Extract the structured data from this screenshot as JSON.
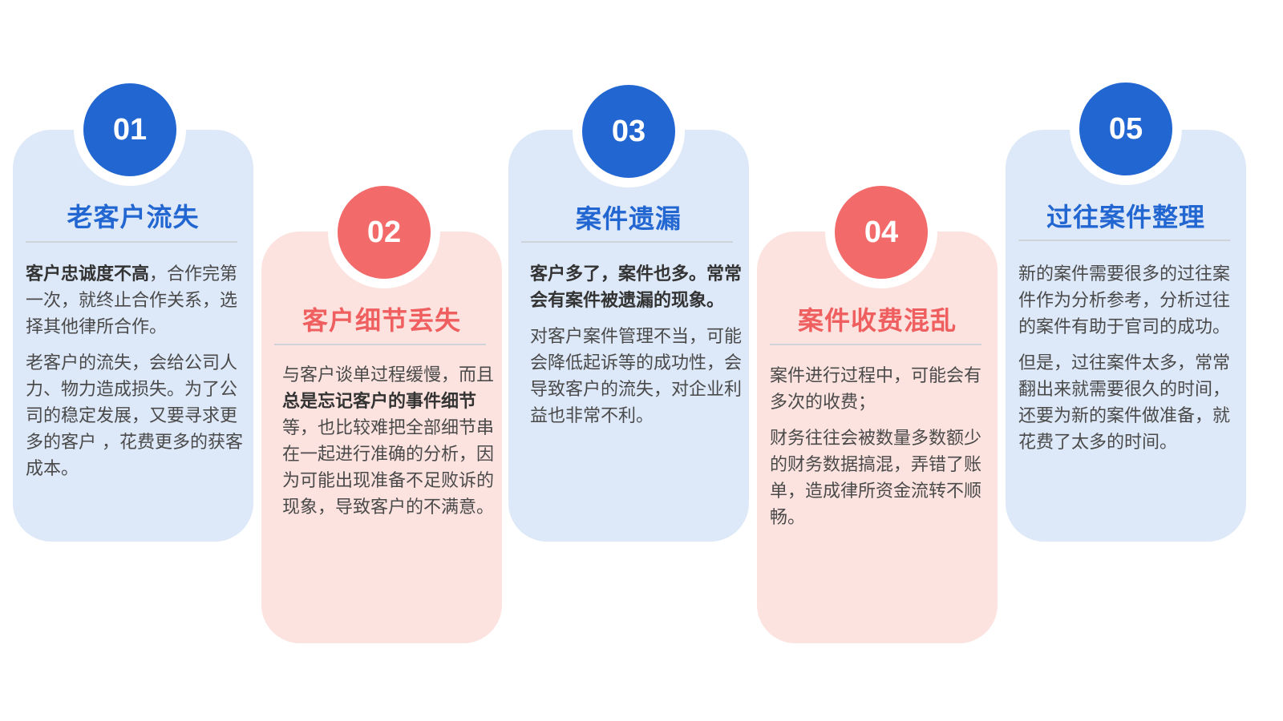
{
  "cards": [
    {
      "number": "01",
      "title": "老客户流失",
      "p1_bold": "客户忠诚度不高",
      "p1_rest": "，合作完第一次，就终止合作关系，选择其他律所合作。",
      "p2": "老客户的流失，会给公司人力、物力造成损失。为了公司的稳定发展，又要寻求更多的客户 ，花费更多的获客成本。"
    },
    {
      "number": "02",
      "title": "客户细节丢失",
      "p1_pre": "与客户谈单过程缓慢，而且",
      "p1_bold": "总是忘记客户的事件细节",
      "p1_post": "等，也比较难把全部细节串在一起进行准确的分析，因为可能出现准备不足败诉的现象，导致客户的不满意。"
    },
    {
      "number": "03",
      "title": "案件遗漏",
      "p1_bold": "客户多了，案件也多。常常会有案件被遗漏的现象。",
      "p2": "对客户案件管理不当，可能会降低起诉等的成功性，会导致客户的流失，对企业利益也非常不利。"
    },
    {
      "number": "04",
      "title": "案件收费混乱",
      "p1": "案件进行过程中，可能会有多次的收费；",
      "p2": "财务往往会被数量多数额少的财务数据搞混，弄错了账单，造成律所资金流转不顺畅。"
    },
    {
      "number": "05",
      "title": "过往案件整理",
      "p1": "新的案件需要很多的过往案件作为分析参考，分析过往的案件有助于官司的成功。",
      "p2": "但是，过往案件太多，常常翻出来就需要很久的时间，还要为新的案件做准备，就花费了太多的时间。"
    }
  ]
}
